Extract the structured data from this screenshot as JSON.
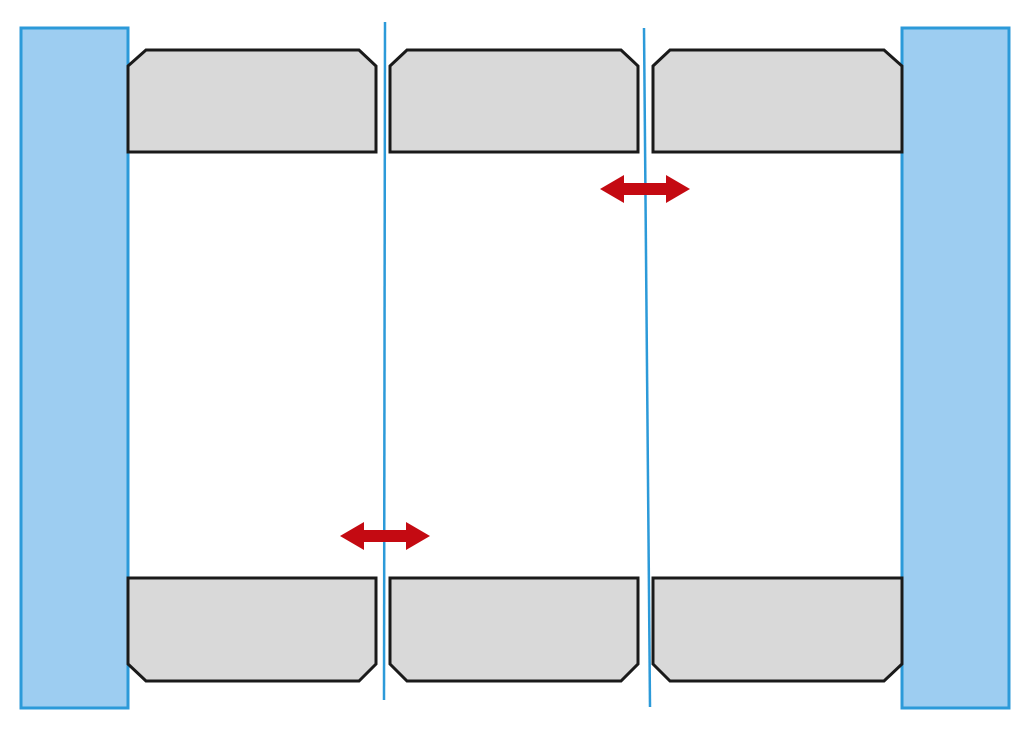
{
  "colors": {
    "background": "#ffffff",
    "wall_fill": "#9dcdf1",
    "wall_stroke": "#2c9ad9",
    "block_fill": "#d9d9d9",
    "block_stroke": "#1a1a1a",
    "line": "#2c9ad9",
    "arrow": "#c40a12"
  },
  "icons": {
    "arrow": "double-headed-arrow-icon"
  },
  "diagram": {
    "walls": [
      "left-wall",
      "right-wall"
    ],
    "top_row_blocks": 3,
    "bottom_row_blocks": 3,
    "vertical_lines": 2,
    "arrows": 2
  }
}
